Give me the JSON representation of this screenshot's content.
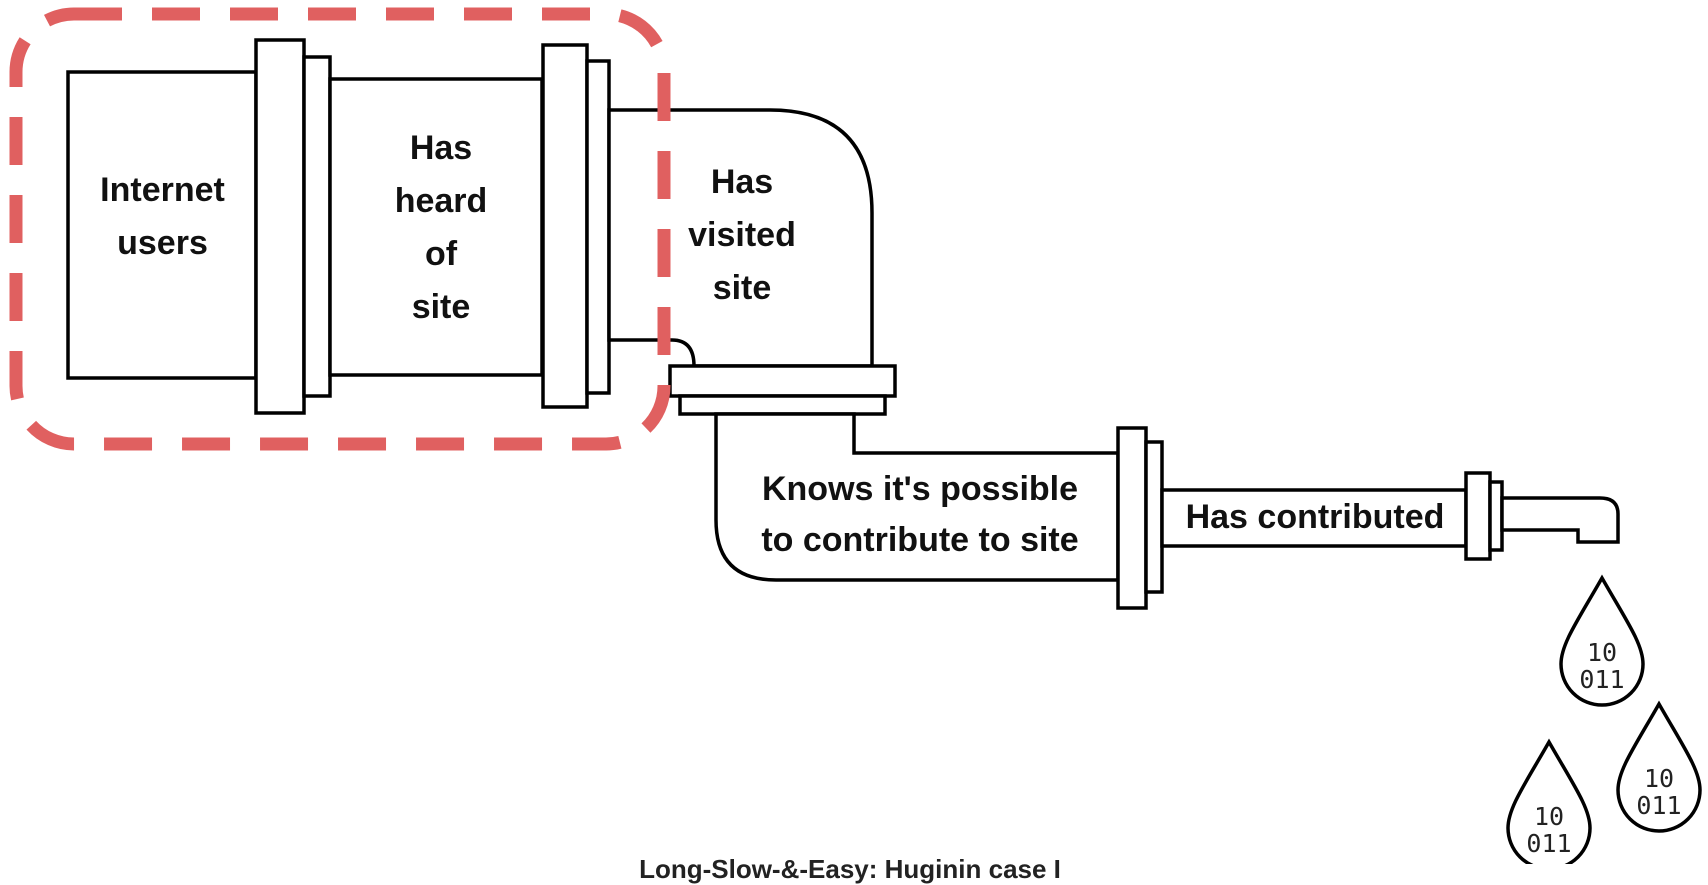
{
  "stages": [
    {
      "id": "internet-users",
      "label": "Internet\nusers"
    },
    {
      "id": "heard-of-site",
      "label": "Has\nheard\nof\nsite"
    },
    {
      "id": "visited-site",
      "label": "Has\nvisited\nsite"
    },
    {
      "id": "knows-possible",
      "label": "Knows it's possible\nto contribute to site"
    },
    {
      "id": "contributed",
      "label": "Has contributed"
    }
  ],
  "highlight": {
    "color": "#e06060",
    "style": "dashed",
    "covers": [
      "internet-users",
      "heard-of-site"
    ]
  },
  "drops": [
    {
      "line1": "10",
      "line2": "011"
    },
    {
      "line1": "10",
      "line2": "011"
    },
    {
      "line1": "10",
      "line2": "011"
    }
  ],
  "caption": "Long-Slow-&-Easy: Huginin case I"
}
